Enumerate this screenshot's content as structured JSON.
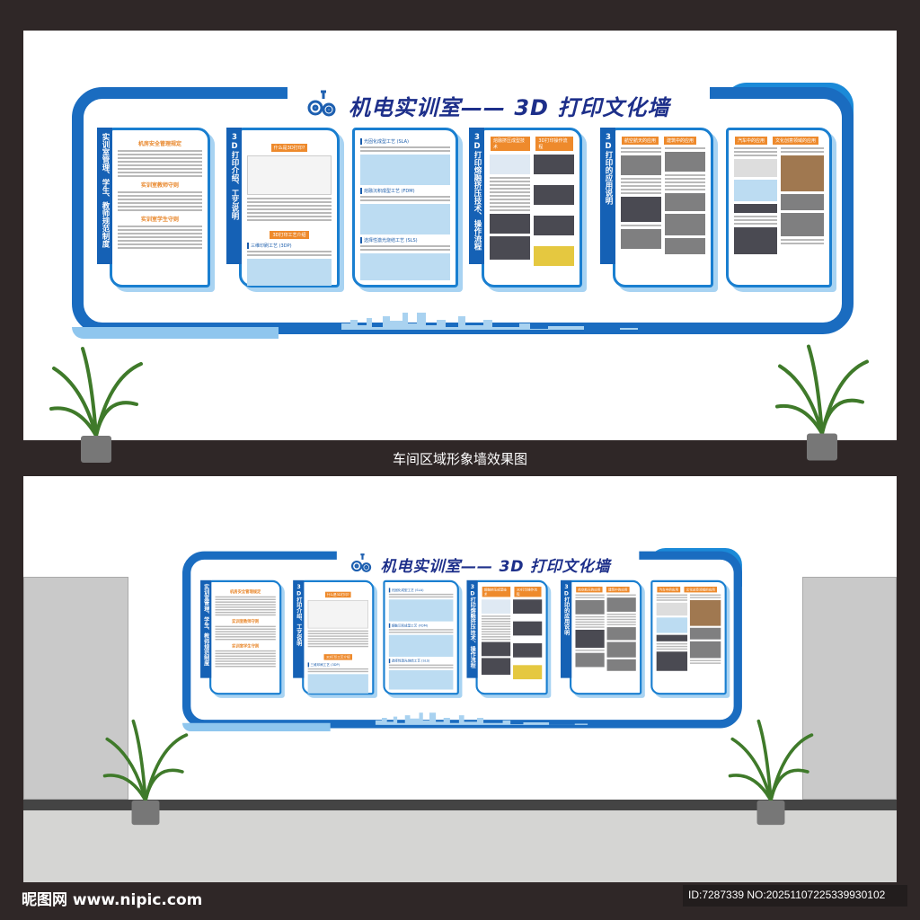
{
  "wall": {
    "title": "机电实训室—— 3D 打印文化墙",
    "boards": [
      {
        "label": "实训室管理、学生、教师规范制度",
        "headings": [
          "机房安全管理规定",
          "实训室教师守则",
          "实训室学生守则"
        ]
      },
      {
        "label": "3D打印介绍、工艺说明",
        "headings": [
          "什么是3D打印?",
          "3D打印工艺介绍",
          "三维印刷工艺 (3DP)"
        ]
      },
      {
        "label": "",
        "headings": [
          "光固化成型工艺 (SLA)",
          "熔融沉积成型工艺 (FDM)",
          "选择性激光烧结工艺 (SLS)"
        ]
      },
      {
        "label": "3D打印熔融挤压技术、操作流程",
        "headings": [
          "熔融挤压成型技术",
          "3D打印操作流程"
        ]
      },
      {
        "label": "3D打印的应用说明",
        "headings": [
          "航空航天的应用",
          "建筑中的应用"
        ]
      },
      {
        "label": "",
        "headings": [
          "汽车中的应用",
          "文化创意领域的应用"
        ]
      }
    ]
  },
  "caption": "车间区域形象墙效果图",
  "watermark": {
    "logo": "昵图网 www.nipic.com",
    "id": "ID:7287339 NO:20251107225339930102"
  },
  "colors": {
    "frame": "#1a6cc0",
    "accent": "#1b8ad8",
    "title": "#1d2f8a",
    "badge": "#ee8a2c",
    "background": "#2f2727"
  }
}
